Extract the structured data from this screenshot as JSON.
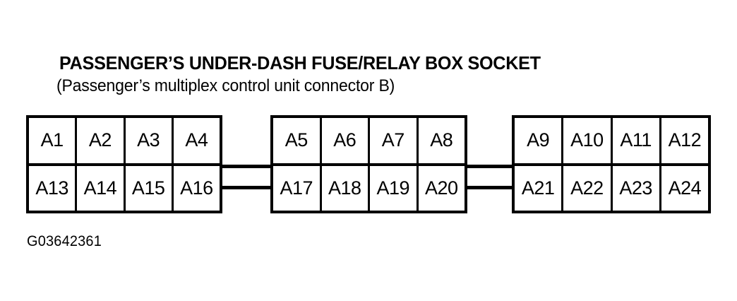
{
  "diagram": {
    "title": "PASSENGER’S UNDER-DASH FUSE/RELAY BOX SOCKET",
    "subtitle": "(Passenger’s multiplex control unit connector B)",
    "figure_code": "G03642361",
    "line_color": "#000000",
    "background_color": "#ffffff",
    "connectors": [
      {
        "name": "connector-block-1",
        "rows": [
          {
            "name": "top-row",
            "cells": [
              "A1",
              "A2",
              "A3",
              "A4"
            ]
          },
          {
            "name": "bottom-row",
            "cells": [
              "A13",
              "A14",
              "A15",
              "A16"
            ]
          }
        ]
      },
      {
        "name": "connector-block-2",
        "rows": [
          {
            "name": "top-row",
            "cells": [
              "A5",
              "A6",
              "A7",
              "A8"
            ]
          },
          {
            "name": "bottom-row",
            "cells": [
              "A17",
              "A18",
              "A19",
              "A20"
            ]
          }
        ]
      },
      {
        "name": "connector-block-3",
        "rows": [
          {
            "name": "top-row",
            "cells": [
              "A9",
              "A10",
              "A11",
              "A12"
            ]
          },
          {
            "name": "bottom-row",
            "cells": [
              "A21",
              "A22",
              "A23",
              "A24"
            ]
          }
        ]
      }
    ]
  }
}
